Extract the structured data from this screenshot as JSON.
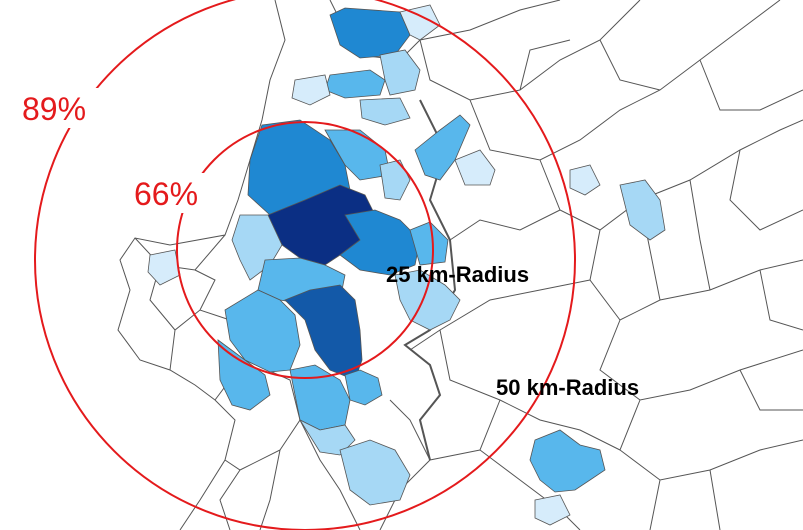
{
  "colors": {
    "radius_circle": "#e41a1c",
    "density_level_1": "#d6ecfb",
    "density_level_2": "#a6d8f5",
    "density_level_3": "#58b7ec",
    "density_level_4": "#1f88d2",
    "density_level_5": "#1359a8",
    "density_level_6": "#0b2f84",
    "district_border": "#555555"
  },
  "labels": {
    "outer_share": "89%",
    "inner_share": "66%",
    "inner_radius": "25 km-Radius",
    "outer_radius": "50 km-Radius"
  }
}
